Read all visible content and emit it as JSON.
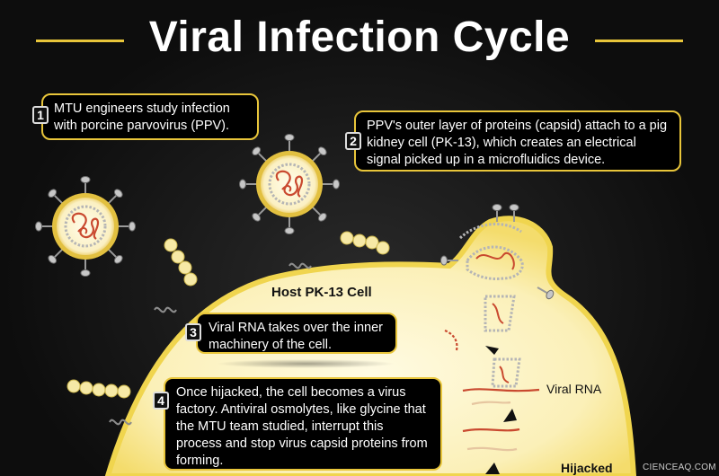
{
  "title": "Viral Infection Cycle",
  "colors": {
    "accent": "#e8c53a",
    "cell_fill": "#fbf2c4",
    "cell_border": "#eed25a",
    "rna": "#c9492f",
    "capsid": "#b9b9b9"
  },
  "steps": [
    {
      "number": "1",
      "text": "MTU engineers study infection with porcine parvovirus (PPV)."
    },
    {
      "number": "2",
      "text": "PPV's outer layer of proteins (capsid) attach to a pig kidney cell (PK-13), which creates an electrical signal picked up in a microfluidics device."
    },
    {
      "number": "3",
      "text": "Viral RNA takes over the inner machinery of the cell."
    },
    {
      "number": "4",
      "text": "Once hijacked, the cell becomes a virus factory. Antiviral osmolytes, like glycine that the MTU team studied, interrupt this process and stop virus capsid proteins from forming."
    }
  ],
  "labels": {
    "cell": "Host PK-13 Cell",
    "viral_rna": "Viral RNA",
    "hijacked": "Hijacked"
  },
  "watermark": "CIENCEAQ.COM"
}
